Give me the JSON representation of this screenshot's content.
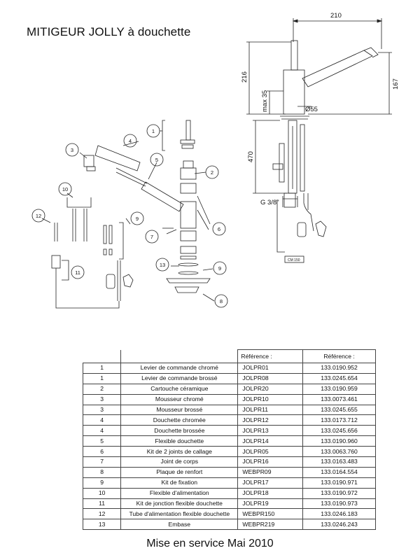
{
  "document": {
    "title": "MITIGEUR JOLLY à douchette",
    "footer": "Mise en service Mai 2010"
  },
  "drawing": {
    "dim_width": "210",
    "dim_height_total": "216",
    "dim_spout_height": "167",
    "dim_max": "max 35",
    "dim_diameter": "Ø55",
    "dim_below": "470",
    "dim_thread": "G 3/8\"",
    "box_label": "CM 150",
    "callouts": [
      "1",
      "2",
      "3",
      "4",
      "5",
      "6",
      "7",
      "8",
      "9",
      "10",
      "11",
      "12",
      "13"
    ]
  },
  "table": {
    "headers": [
      "",
      "",
      "Référence :",
      "Référence :"
    ],
    "rows": [
      {
        "num": "1",
        "desc": "Levier de commande chromé",
        "ref": "JOLPR01",
        "code": "133.0190.952"
      },
      {
        "num": "1",
        "desc": "Levier de commande brossé",
        "ref": "JOLPR08",
        "code": "133.0245.654"
      },
      {
        "num": "2",
        "desc": "Cartouche céramique",
        "ref": "JOLPR20",
        "code": "133.0190.959"
      },
      {
        "num": "3",
        "desc": "Mousseur chromé",
        "ref": "JOLPR10",
        "code": "133.0073.461"
      },
      {
        "num": "3",
        "desc": "Mousseur brossé",
        "ref": "JOLPR11",
        "code": "133.0245.655"
      },
      {
        "num": "4",
        "desc": "Douchette chromée",
        "ref": "JOLPR12",
        "code": "133.0173.712"
      },
      {
        "num": "4",
        "desc": "Douchette brossée",
        "ref": "JOLPR13",
        "code": "133.0245.656"
      },
      {
        "num": "5",
        "desc": "Flexible douchette",
        "ref": "JOLPR14",
        "code": "133.0190.960"
      },
      {
        "num": "6",
        "desc": "Kit de 2 joints de callage",
        "ref": "JOLPR05",
        "code": "133.0063.760"
      },
      {
        "num": "7",
        "desc": "Joint de corps",
        "ref": "JOLPR16",
        "code": "133.0163.483"
      },
      {
        "num": "8",
        "desc": "Plaque de renfort",
        "ref": "WEBPR09",
        "code": "133.0164.554"
      },
      {
        "num": "9",
        "desc": "Kit de fixation",
        "ref": "JOLPR17",
        "code": "133.0190.971"
      },
      {
        "num": "10",
        "desc": "Flexible d'alimentation",
        "ref": "JOLPR18",
        "code": "133.0190.972"
      },
      {
        "num": "11",
        "desc": "Kit de jonction flexible douchette",
        "ref": "JOLPR19",
        "code": "133.0190.973"
      },
      {
        "num": "12",
        "desc": "Tube d'alimentation flexible douchette",
        "ref": "WEBPR150",
        "code": "133.0246.183"
      },
      {
        "num": "13",
        "desc": "Embase",
        "ref": "WEBPR219",
        "code": "133.0246.243"
      }
    ]
  }
}
